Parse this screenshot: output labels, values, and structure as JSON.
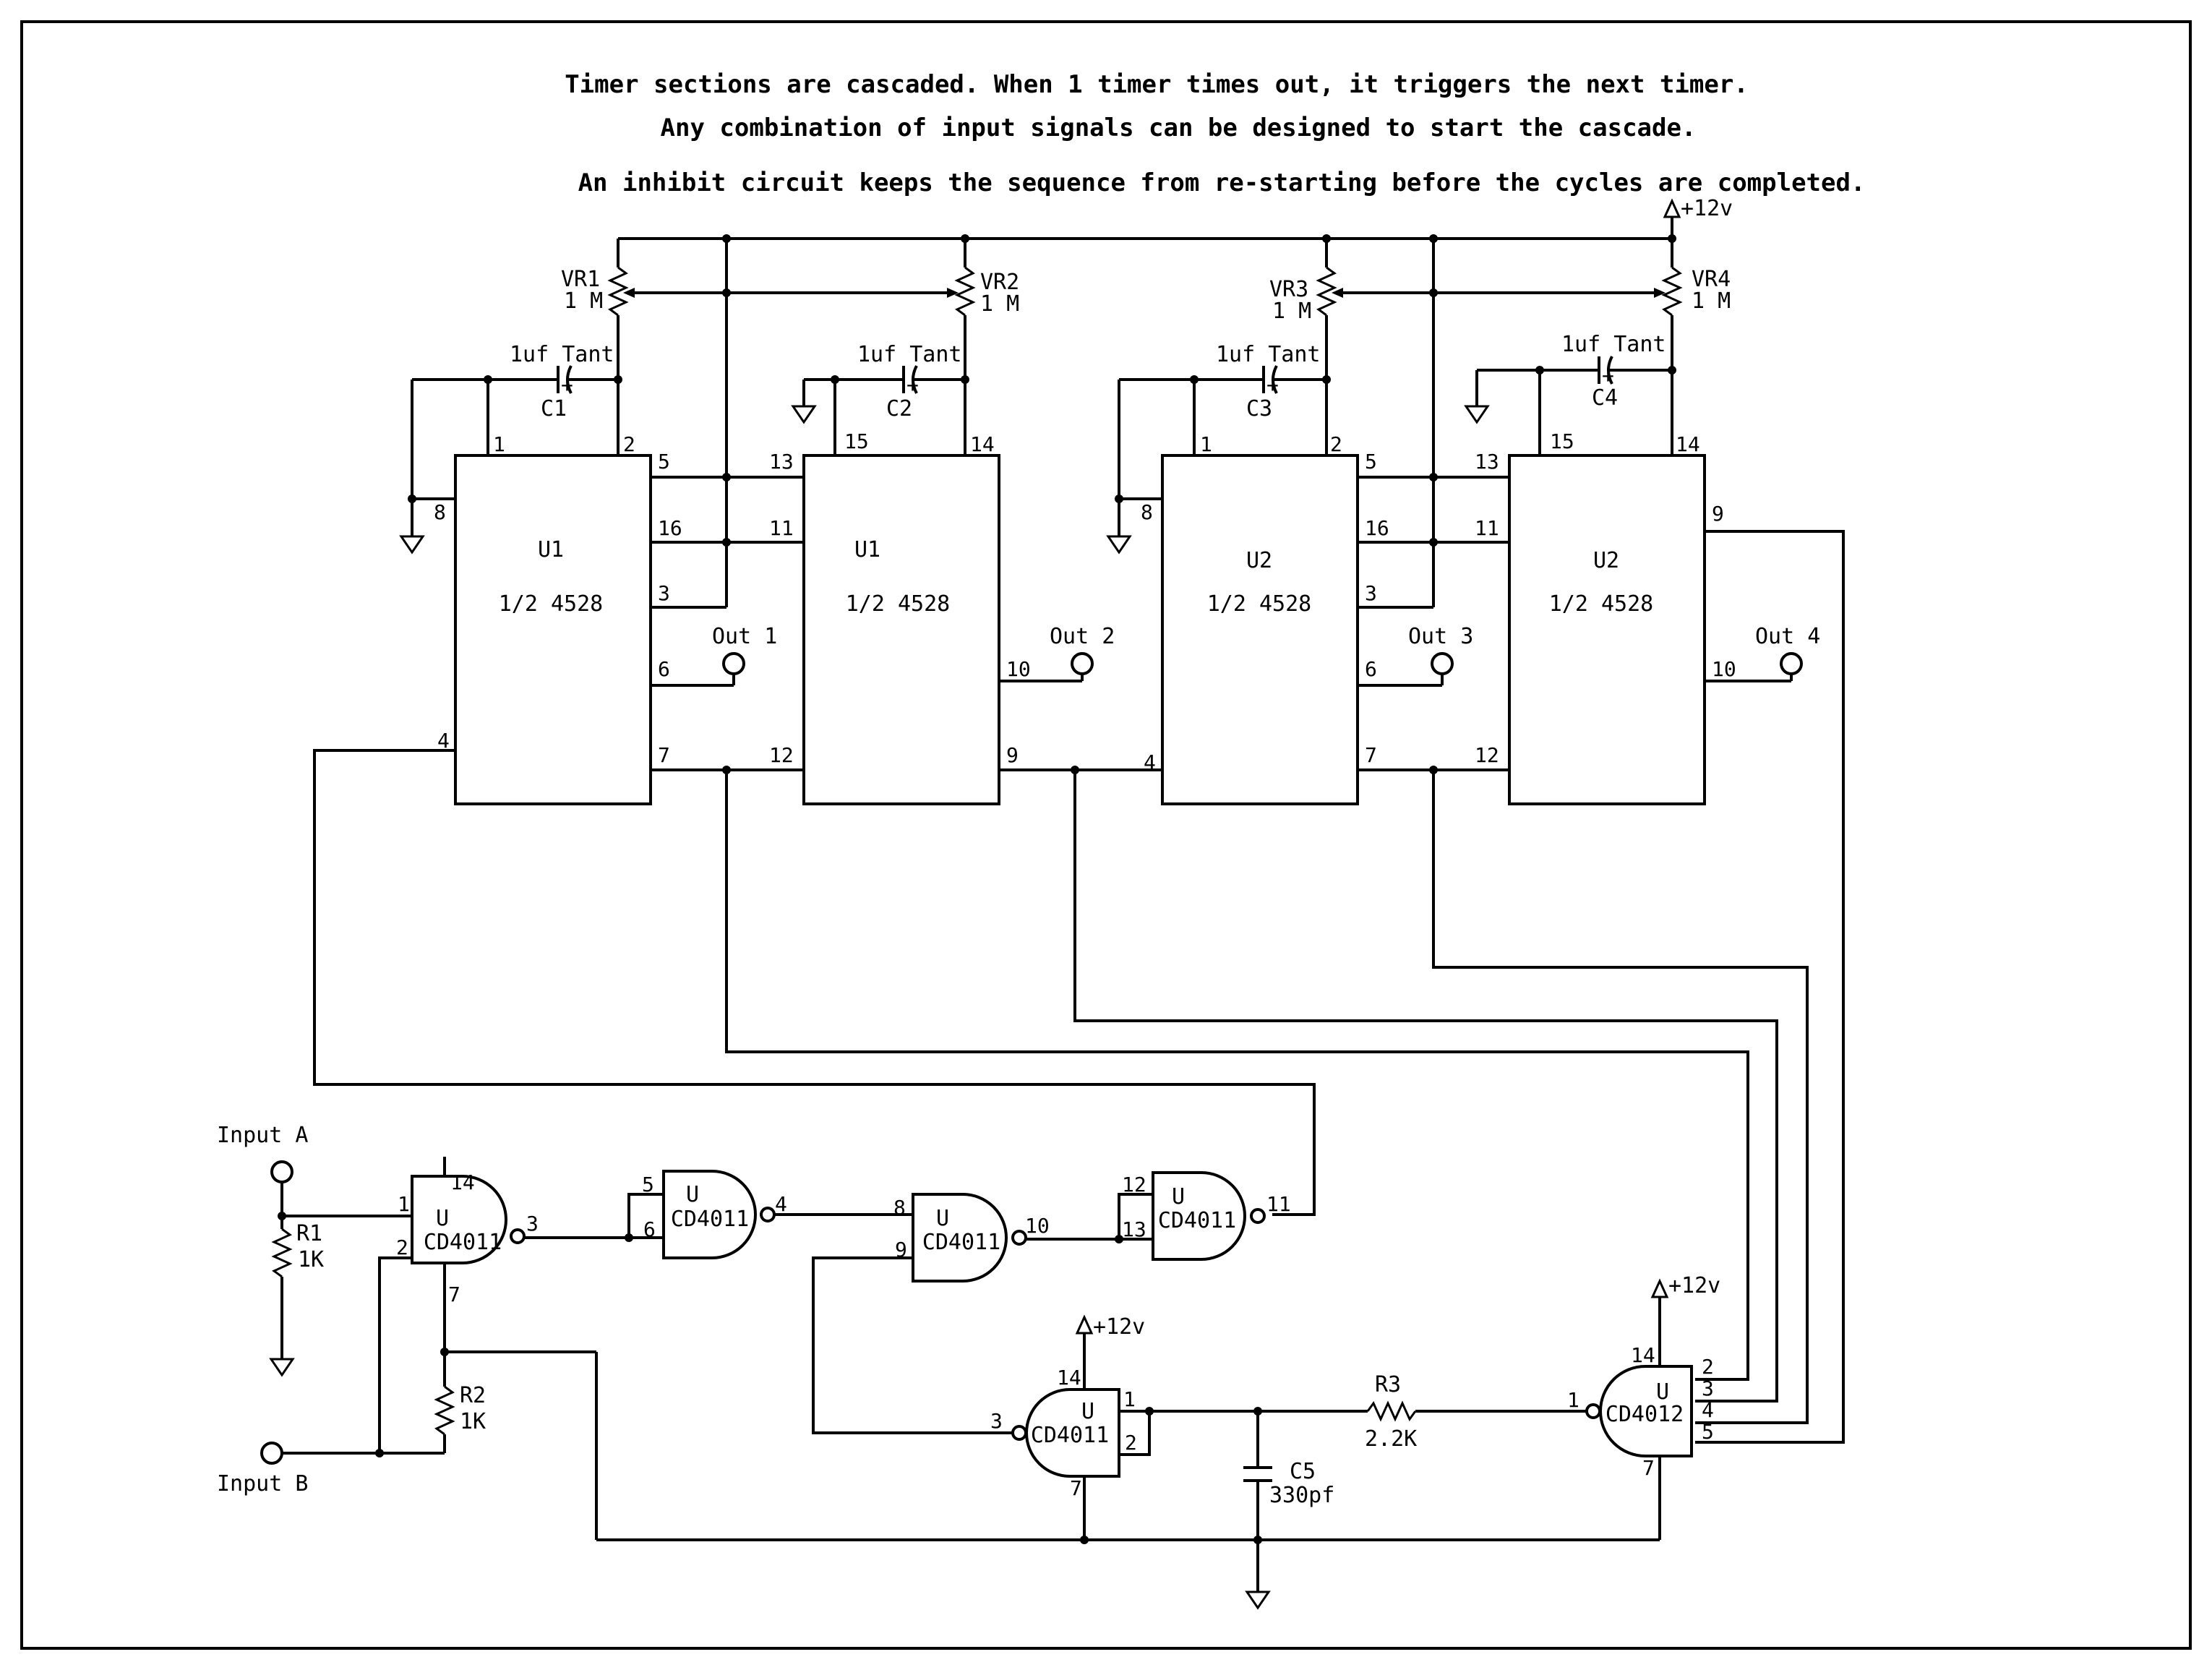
{
  "notes": [
    "Timer sections are cascaded.  When 1 timer times out, it triggers the next timer.",
    "Any combination of input signals can be designed to start the cascade.",
    "An inhibit circuit keeps the sequence from re-starting before the cycles are completed."
  ],
  "supply_label": "+12v",
  "timers": [
    {
      "ref": "U1",
      "part": "1/2 4528",
      "pot": "VR1",
      "pot_value": "1 M",
      "cap": "C1",
      "cap_value": "1uf Tant",
      "output": "Out 1",
      "pins": {
        "cap1": "1",
        "cap2": "2",
        "gnd": "8",
        "a": "5",
        "b": "16",
        "c": "3",
        "q": "6",
        "reset": "4",
        "qbar": "7"
      }
    },
    {
      "ref": "U1",
      "part": "1/2 4528",
      "pot": "VR2",
      "pot_value": "1 M",
      "cap": "C2",
      "cap_value": "1uf Tant",
      "output": "Out 2",
      "pins": {
        "a": "13",
        "b": "11",
        "cap1": "15",
        "cap2": "14",
        "q": "10",
        "reset": "12",
        "qbar": "9"
      }
    },
    {
      "ref": "U2",
      "part": "1/2 4528",
      "pot": "VR3",
      "pot_value": "1 M",
      "cap": "C3",
      "cap_value": "1uf Tant",
      "output": "Out 3",
      "pins": {
        "cap1": "1",
        "cap2": "2",
        "gnd": "8",
        "a": "5",
        "b": "16",
        "c": "3",
        "q": "6",
        "reset": "4",
        "qbar": "7"
      }
    },
    {
      "ref": "U2",
      "part": "1/2 4528",
      "pot": "VR4",
      "pot_value": "1 M",
      "cap": "C4",
      "cap_value": "1uf Tant",
      "output": "Out 4",
      "pins": {
        "a": "13",
        "b": "11",
        "cap1": "15",
        "cap2": "14",
        "q": "10",
        "reset": "12",
        "qbar": "9"
      }
    }
  ],
  "gates": [
    {
      "ref": "U",
      "part": "CD4011",
      "pins": {
        "in1": "1",
        "in2": "2",
        "out": "3",
        "vdd": "14",
        "gnd": "7"
      }
    },
    {
      "ref": "U",
      "part": "CD4011",
      "pins": {
        "in1": "5",
        "in2": "6",
        "out": "4"
      }
    },
    {
      "ref": "U",
      "part": "CD4011",
      "pins": {
        "in1": "8",
        "in2": "9",
        "out": "10"
      }
    },
    {
      "ref": "U",
      "part": "CD4011",
      "pins": {
        "in1": "12",
        "in2": "13",
        "out": "11"
      }
    },
    {
      "ref": "U",
      "part": "CD4011",
      "pins": {
        "in1": "1",
        "in2": "2",
        "out": "3",
        "vdd": "14",
        "gnd": "7"
      }
    },
    {
      "ref": "U",
      "part": "CD4012",
      "pins": {
        "in1": "2",
        "in2": "3",
        "in3": "4",
        "in4": "5",
        "in5": "1",
        "vdd": "14",
        "gnd": "7"
      }
    }
  ],
  "inputs": [
    "Input A",
    "Input B"
  ],
  "resistors": [
    {
      "ref": "R1",
      "value": "1K"
    },
    {
      "ref": "R2",
      "value": "1K"
    },
    {
      "ref": "R3",
      "value": "2.2K"
    }
  ],
  "capacitor_c5": {
    "ref": "C5",
    "value": "330pf"
  },
  "cap_polarity": "+"
}
